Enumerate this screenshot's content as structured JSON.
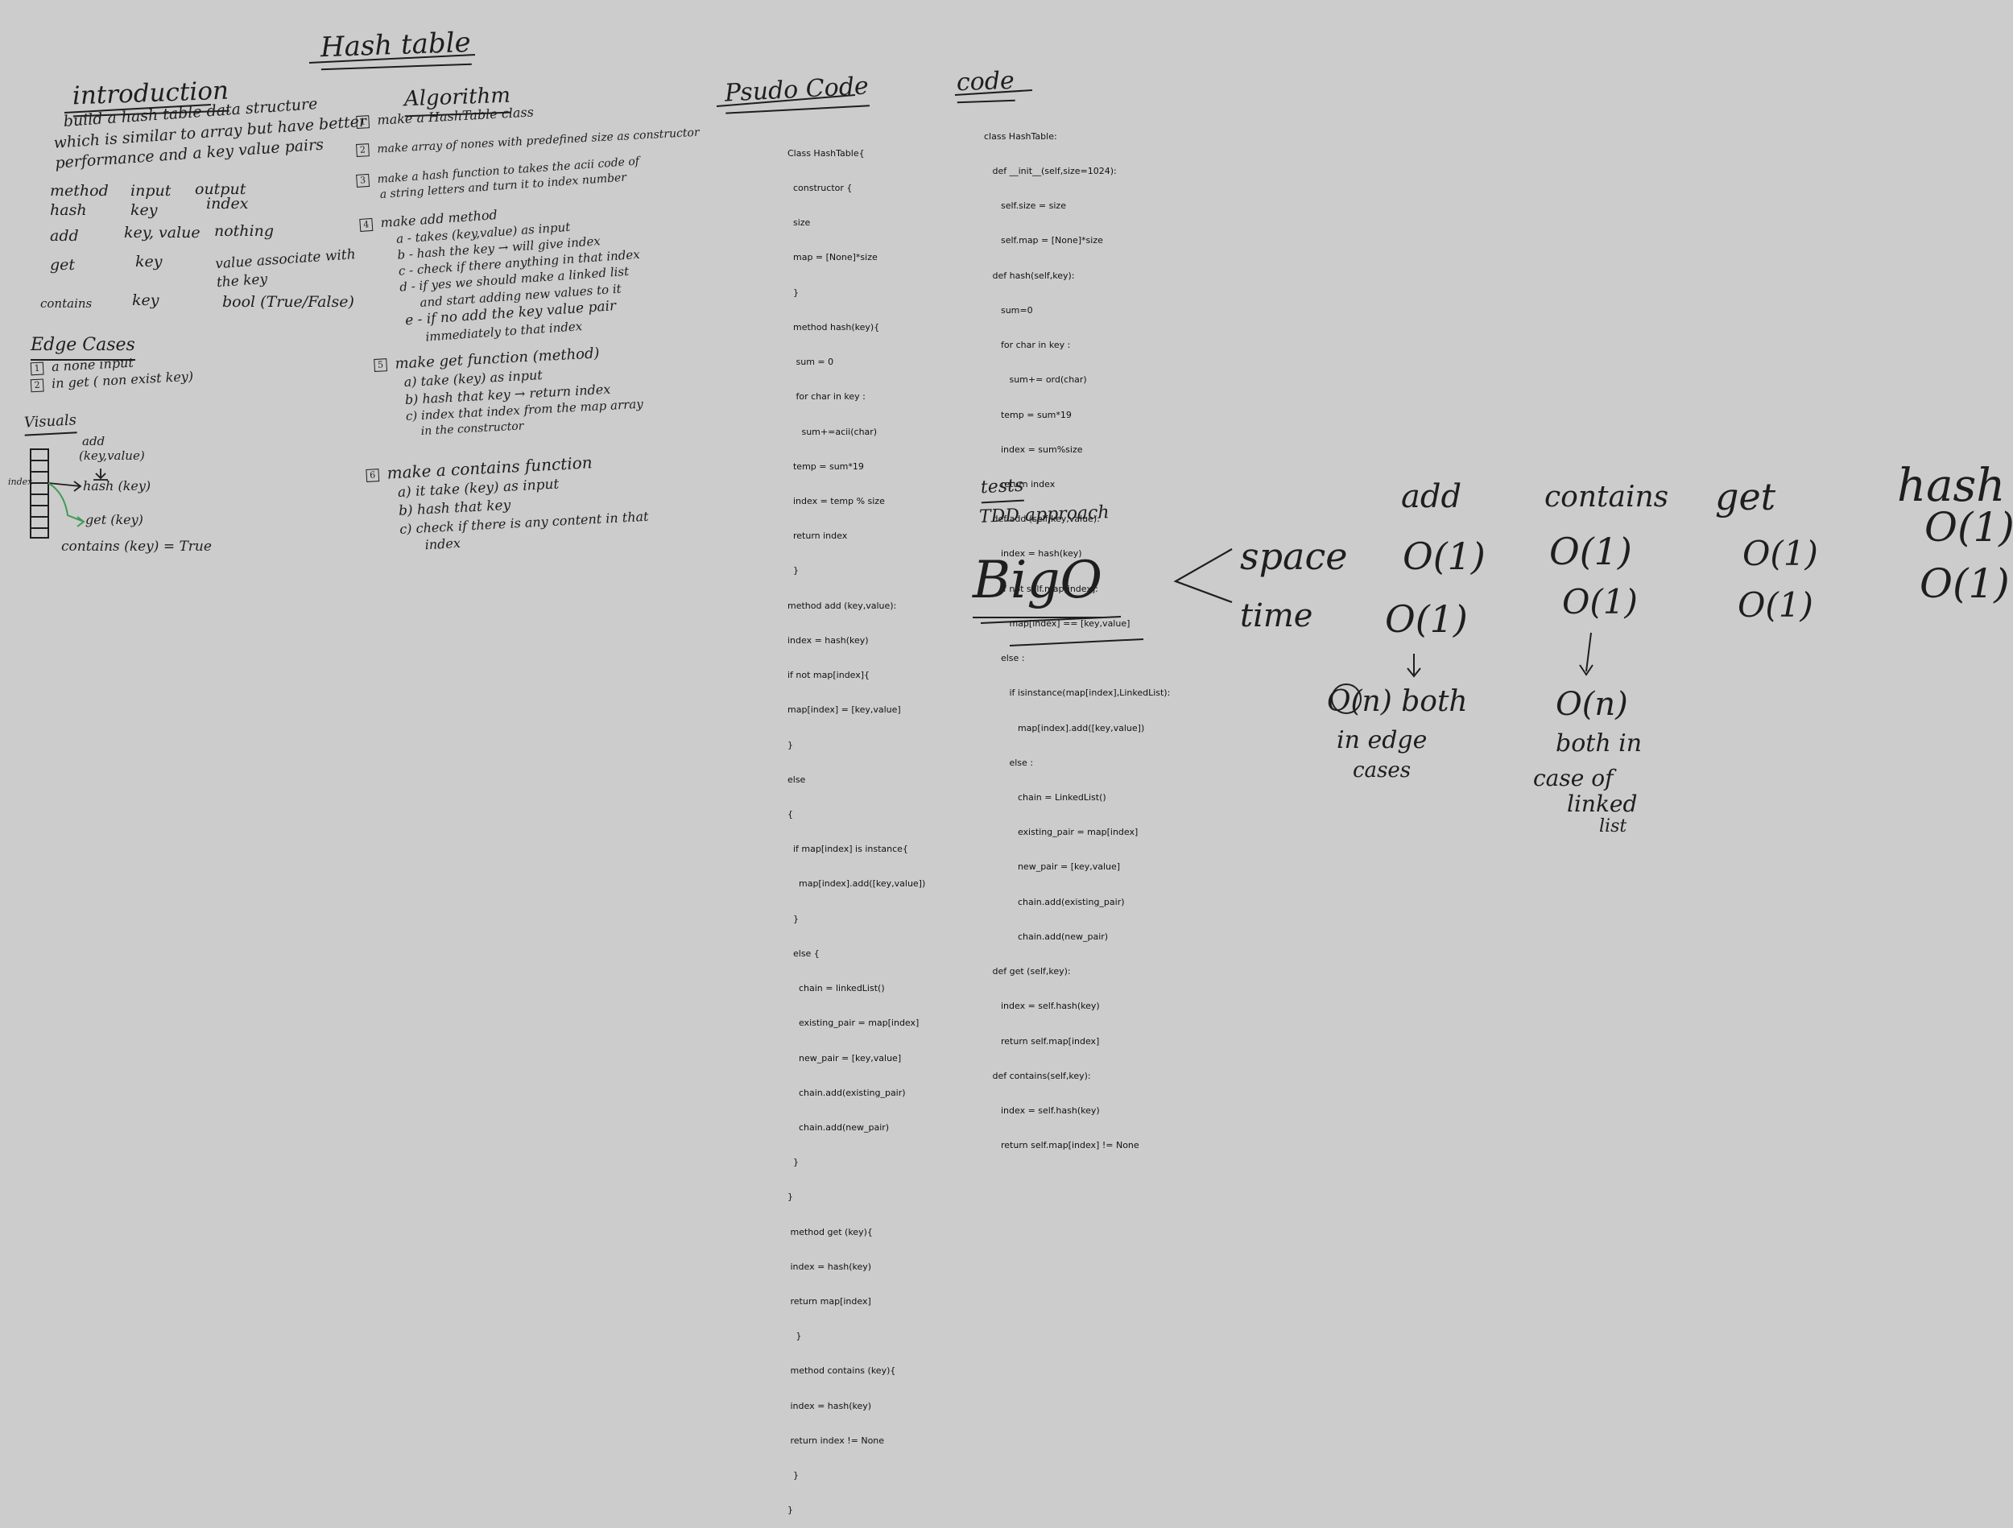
{
  "title": "Hash table",
  "intro": {
    "heading": "introduction",
    "lines": [
      "build a hash table data structure",
      "which is similar to array but have better",
      "performance and a key value pairs"
    ],
    "table": [
      [
        "method",
        "input",
        "output"
      ],
      [
        "hash",
        "key",
        "index"
      ],
      [
        "add",
        "key, value",
        "nothing"
      ],
      [
        "get",
        "key",
        "value associate with the key"
      ],
      [
        "contains",
        "key",
        "bool (True/False)"
      ]
    ]
  },
  "edge": {
    "heading": "Edge Cases",
    "items": [
      {
        "num": "1",
        "text": "a none input"
      },
      {
        "num": "2",
        "text": "in get ( non exist key)"
      }
    ]
  },
  "visuals": {
    "heading": "Visuals",
    "add": "add",
    "add_args": "(key,value)",
    "index": "index",
    "hash": "hash (key)",
    "get": "get (key)",
    "contains": "contains (key) = True"
  },
  "algorithm": {
    "heading": "Algorithm",
    "steps": [
      {
        "num": "1",
        "lines": [
          "make a HashTable class"
        ]
      },
      {
        "num": "2",
        "lines": [
          "make array of nones with predefined size as constructor"
        ]
      },
      {
        "num": "3",
        "lines": [
          "make a hash function to takes the acii code of",
          "a string letters and turn it to index number"
        ]
      },
      {
        "num": "4",
        "lines": [
          "make add method",
          "a - takes (key,value) as input",
          "b - hash the key → will give index",
          "c - check if there anything in that index",
          "d - if yes we should make a linked list",
          "     and start adding new values to it",
          "e - if no add the key value pair",
          "     immediately to that index"
        ]
      },
      {
        "num": "5",
        "lines": [
          "make get function (method)",
          "a) take (key) as input",
          "b) hash that key → return index",
          "c) index that index from the map array",
          "    in the constructor"
        ]
      },
      {
        "num": "6",
        "lines": [
          "make a contains function",
          "a) it take (key) as input",
          "b) hash that key",
          "c) check if there is any content in that",
          "    index"
        ]
      }
    ]
  },
  "pseudo": {
    "heading": "Psudo Code",
    "lines": [
      "Class HashTable{",
      "  constructor {",
      "  size",
      "  map = [None]*size",
      "  }",
      "  method hash(key){",
      "   sum = 0",
      "   for char in key :",
      "     sum+=acii(char)",
      "  temp = sum*19",
      "  index = temp % size",
      "  return index",
      "  }",
      "method add (key,value):",
      "index = hash(key)",
      "if not map[index]{",
      "map[index] = [key,value]",
      "}",
      "else",
      "{",
      "  if map[index] is instance{",
      "    map[index].add([key,value])",
      "  }",
      "  else {",
      "    chain = linkedList()",
      "    existing_pair = map[index]",
      "    new_pair = [key,value]",
      "    chain.add(existing_pair)",
      "    chain.add(new_pair)",
      "  }",
      "}",
      " method get (key){",
      " index = hash(key)",
      " return map[index]",
      "   }",
      " method contains (key){",
      " index = hash(key)",
      " return index != None",
      "  }",
      "}"
    ]
  },
  "code": {
    "heading": "code",
    "lines": [
      "class HashTable:",
      "   def __init__(self,size=1024):",
      "      self.size = size",
      "      self.map = [None]*size",
      "   def hash(self,key):",
      "      sum=0",
      "      for char in key :",
      "         sum+= ord(char)",
      "      temp = sum*19",
      "      index = sum%size",
      "      return index",
      "   def add (self,key,value):",
      "      index = hash(key)",
      "      if not self.map[index]:",
      "         map[index] == [key,value]",
      "      else :",
      "         if isinstance(map[index],LinkedList):",
      "            map[index].add([key,value])",
      "         else :",
      "            chain = LinkedList()",
      "            existing_pair = map[index]",
      "            new_pair = [key,value]",
      "            chain.add(existing_pair)",
      "            chain.add(new_pair)",
      "   def get (self,key):",
      "      index = self.hash(key)",
      "      return self.map[index]",
      "   def contains(self,key):",
      "      index = self.hash(key)",
      "      return self.map[index] != None"
    ]
  },
  "tests": {
    "heading": "tests",
    "text": "TDD approach"
  },
  "bigo": {
    "heading": "BigO",
    "row_space": "space",
    "row_time": "time",
    "cols": {
      "add": "add",
      "contains": "contains",
      "get": "get",
      "hash": "hash"
    },
    "add_space": "O(1)",
    "add_time": "O(1)",
    "contains_space": "O(1)",
    "contains_time": "O(1)",
    "get_space": "O(1)",
    "get_time": "O(1)",
    "hash_space": "O(1)",
    "hash_time": "O(1)",
    "add_note_1": "O(n) both",
    "add_note_2": "in edge",
    "add_note_3": "cases",
    "contains_note_1": "O(n)",
    "contains_note_2": "both in",
    "contains_note_3": "case of",
    "contains_note_4": "linked",
    "contains_note_5": "list"
  }
}
